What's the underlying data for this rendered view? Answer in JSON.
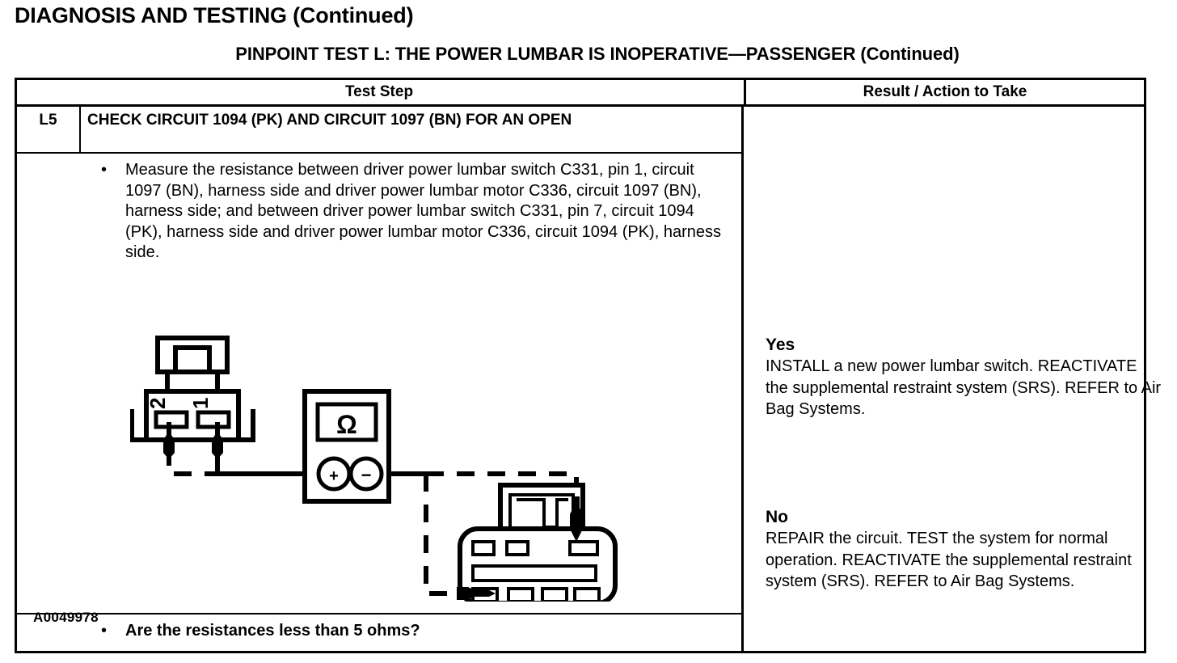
{
  "page": {
    "title": "DIAGNOSIS AND TESTING (Continued)",
    "pinpoint_title": "PINPOINT TEST  L: THE POWER LUMBAR IS INOPERATIVE—PASSENGER (Continued)"
  },
  "table": {
    "headers": {
      "test_step": "Test Step",
      "result_action": "Result / Action to Take"
    },
    "step": {
      "id": "L5",
      "title": "CHECK CIRCUIT 1094 (PK) AND CIRCUIT 1097 (BN) FOR AN OPEN",
      "bullet": "•",
      "instruction": "Measure the resistance between driver power lumbar switch C331, pin 1, circuit 1097 (BN), harness side and driver power lumbar motor C336, circuit 1097 (BN), harness side; and between driver power lumbar switch C331, pin 7, circuit 1094 (PK),  harness side and driver power lumbar motor C336, circuit 1094 (PK), harness side.",
      "question": "Are the resistances less than 5 ohms?"
    },
    "results": [
      {
        "label": "Yes",
        "body": "INSTALL a new power lumbar switch. REACTIVATE the supplemental restraint system (SRS). REFER to Air Bag Systems."
      },
      {
        "label": "No",
        "body": "REPAIR the circuit. TEST the system for normal operation. REACTIVATE the supplemental restraint system (SRS). REFER to Air Bag Systems."
      }
    ]
  },
  "figure": {
    "id": "A0049978",
    "meter_symbol": "Ω",
    "meter_positive": "+",
    "meter_negative": "−",
    "connector_pins": [
      "2",
      "1"
    ]
  },
  "colors": {
    "ink": "#000000",
    "paper": "#ffffff"
  }
}
